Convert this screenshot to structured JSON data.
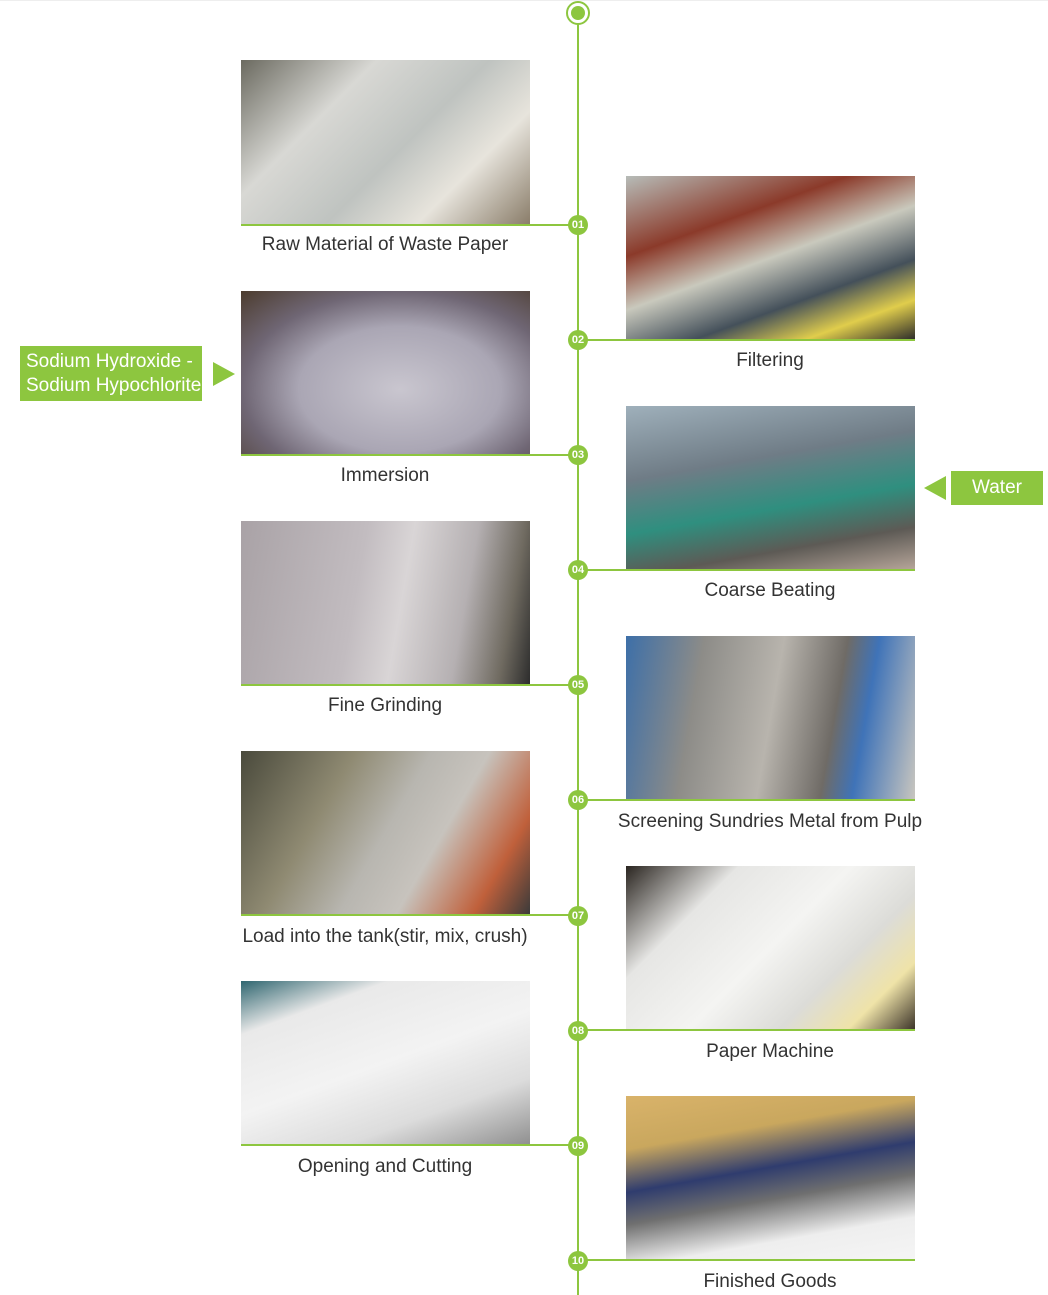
{
  "accent_color": "#8dc63f",
  "inputs": {
    "left": "Sodium Hydroxide - Sodium Hypochlorite",
    "left_line1": "Sodium Hydroxide -",
    "left_line2": "Sodium Hypochlorite",
    "right": "Water"
  },
  "steps": [
    {
      "number": "01",
      "label": "Raw Material of Waste Paper"
    },
    {
      "number": "02",
      "label": "Filtering"
    },
    {
      "number": "03",
      "label": "Immersion"
    },
    {
      "number": "04",
      "label": "Coarse Beating"
    },
    {
      "number": "05",
      "label": "Fine Grinding"
    },
    {
      "number": "06",
      "label": "Screening Sundries Metal from Pulp"
    },
    {
      "number": "07",
      "label": "Load into the tank(stir, mix, crush)"
    },
    {
      "number": "08",
      "label": "Paper Machine"
    },
    {
      "number": "09",
      "label": "Opening and Cutting"
    },
    {
      "number": "10",
      "label": "Finished Goods"
    }
  ]
}
